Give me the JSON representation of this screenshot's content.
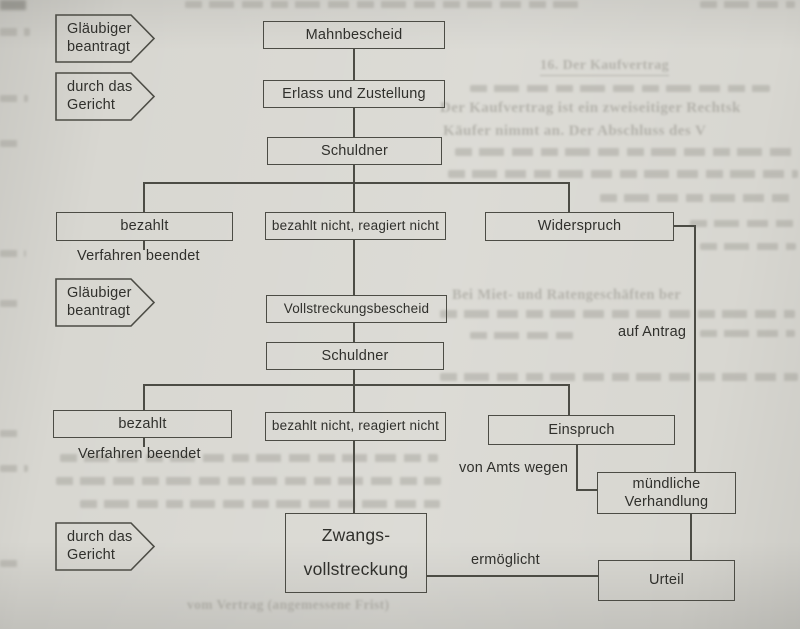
{
  "palette": {
    "paper": "#d8d7d1",
    "line_color": "#4c4c45",
    "text_color": "#30302c",
    "ghost_color": "#8f8d85"
  },
  "flow": {
    "tags": {
      "glaeubiger_beantragt_1": {
        "line1": "Gläubiger",
        "line2": "beantragt"
      },
      "durch_das_gericht_1": {
        "line1": "durch das",
        "line2": "Gericht"
      },
      "glaeubiger_beantragt_2": {
        "line1": "Gläubiger",
        "line2": "beantragt"
      },
      "durch_das_gericht_2": {
        "line1": "durch das",
        "line2": "Gericht"
      }
    },
    "boxes": {
      "mahnbescheid": "Mahnbescheid",
      "erlass_und_zustellung": "Erlass und Zustellung",
      "schuldner_1": "Schuldner",
      "bezahlt_1": "bezahlt",
      "bezahlt_nicht_1": "bezahlt nicht, reagiert nicht",
      "widerspruch": "Widerspruch",
      "vollstreckungsbescheid": "Vollstreckungsbescheid",
      "schuldner_2": "Schuldner",
      "bezahlt_2": "bezahlt",
      "bezahlt_nicht_2": "bezahlt nicht, reagiert nicht",
      "einspruch": "Einspruch",
      "muendliche_verhandlung": {
        "line1": "mündliche",
        "line2": "Verhandlung"
      },
      "zwangsvollstreckung": {
        "line1": "Zwangs-",
        "line2": "vollstreckung"
      },
      "urteil": "Urteil"
    },
    "labels": {
      "verfahren_beendet_1": "Verfahren beendet",
      "verfahren_beendet_2": "Verfahren beendet",
      "auf_antrag": "auf Antrag",
      "von_amts_wegen": "von Amts wegen",
      "ermoeglicht": "ermöglicht"
    }
  },
  "ghost_bleedthrough": {
    "heading": "16. Der Kaufvertrag",
    "fragment_1": "Der Kaufvertrag ist ein zweiseitiger Rechtsk",
    "fragment_2": "Käufer nimmt an. Der Abschluss des V",
    "fragment_3": "Bei Miet- und Ratengeschäften ber",
    "fragment_4": "vom Vertrag (angemessene Frist)"
  }
}
